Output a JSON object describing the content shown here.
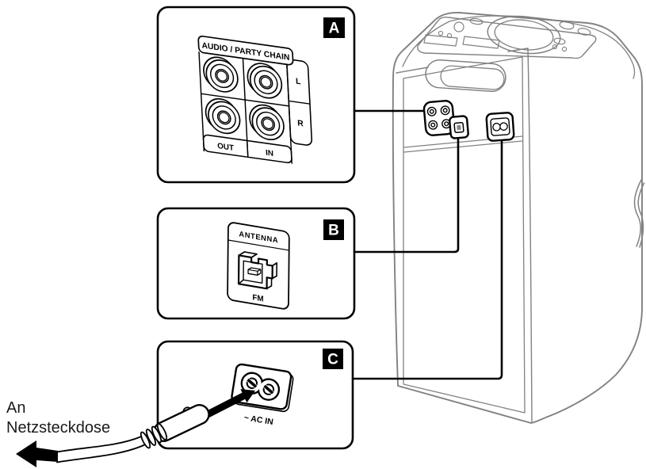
{
  "figure": {
    "description": "Rear-panel connection diagram of a one-box party speaker with three callouts",
    "background": "#ffffff"
  },
  "colors": {
    "line": "#000000",
    "tower_line": "#818181",
    "badge_bg": "#000000",
    "badge_text": "#ffffff",
    "background": "#ffffff"
  },
  "callout_a": {
    "badge": "A",
    "panel_title": "AUDIO / PARTY CHAIN",
    "label_left": "L",
    "label_right": "R",
    "label_out": "OUT",
    "label_in": "IN"
  },
  "callout_b": {
    "badge": "B",
    "panel_title": "ANTENNA",
    "panel_sub": "FM"
  },
  "callout_c": {
    "badge": "C",
    "port_label": "~ AC IN"
  },
  "caption": {
    "line1": "An",
    "line2": "Netzsteckdose"
  },
  "icons": {
    "rca-jack": "concentric-circles",
    "fm-antenna-socket": "3d-square-socket",
    "ac-inlet": "figure-eight-socket",
    "power-plug": "capsule-with-coiled-boot",
    "arrow-left": "solid-left-arrow",
    "arrow-insert": "solid-diagonal-arrow",
    "speaker-tower": "gray-rear-view-line-art"
  }
}
